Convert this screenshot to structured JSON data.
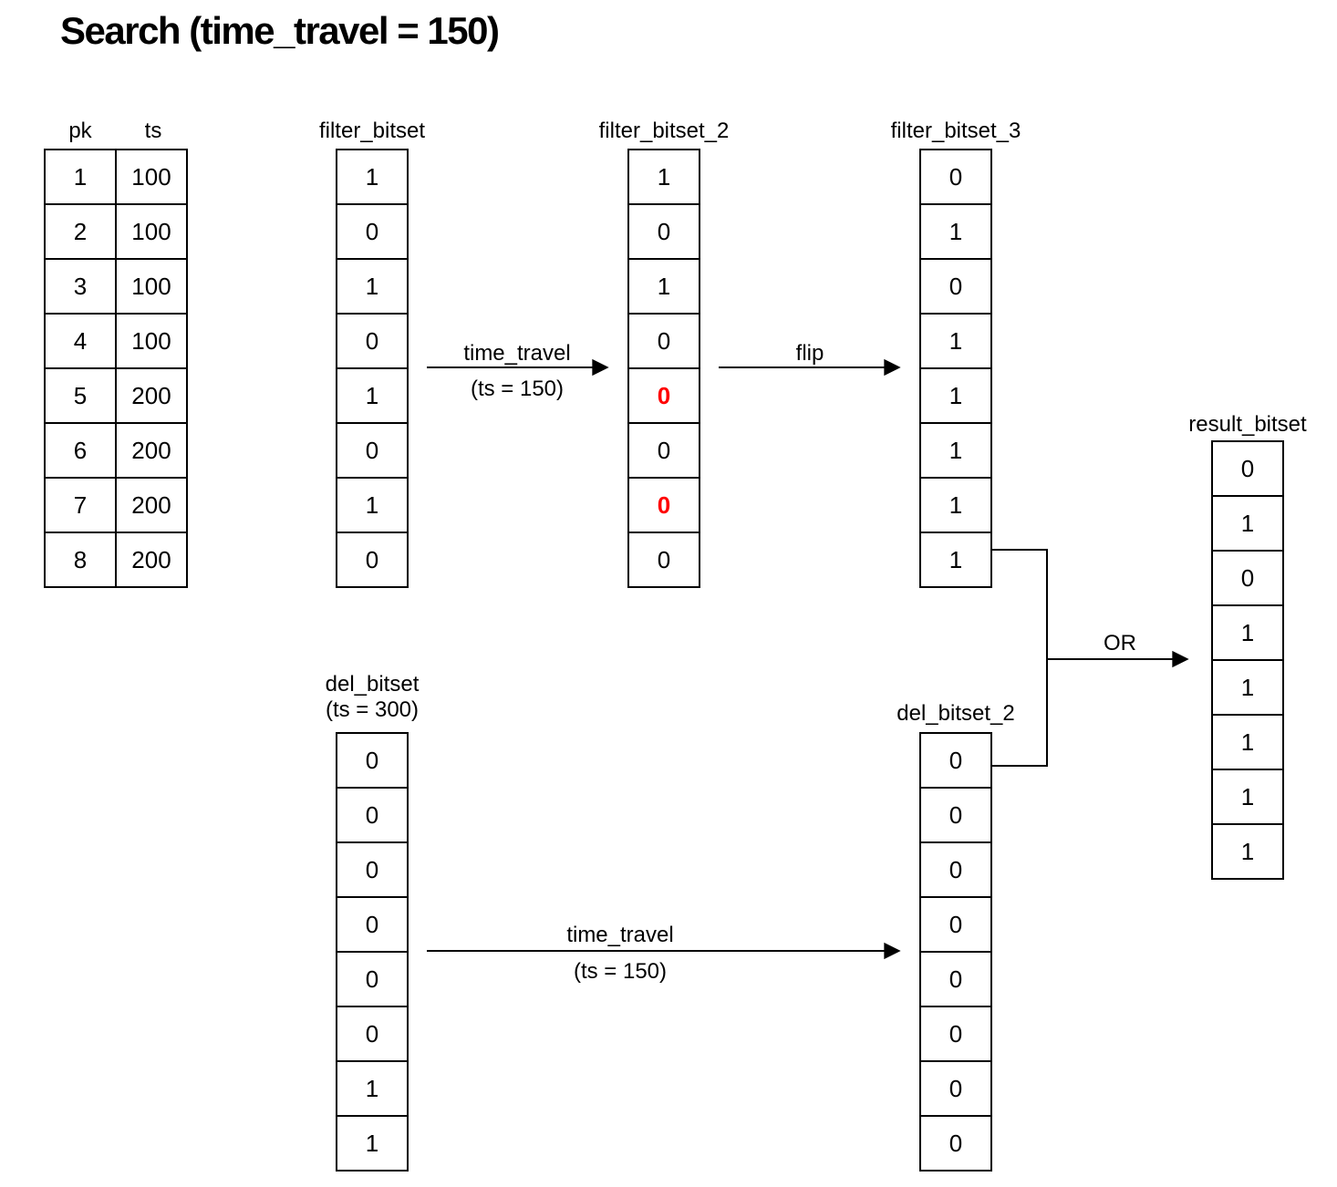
{
  "title": "Search (time_travel = 150)",
  "colors": {
    "line": "#000000",
    "highlight": "#ff0000",
    "background": "#ffffff",
    "text": "#000000"
  },
  "table": {
    "headers": [
      "pk",
      "ts"
    ],
    "pk": {
      "values": [
        1,
        2,
        3,
        4,
        5,
        6,
        7,
        8
      ]
    },
    "ts": {
      "values": [
        100,
        100,
        100,
        100,
        200,
        200,
        200,
        200
      ]
    }
  },
  "bitsets": {
    "filter_bitset": {
      "label": "filter_bitset",
      "values": [
        1,
        0,
        1,
        0,
        1,
        0,
        1,
        0
      ]
    },
    "filter_bitset_2": {
      "label": "filter_bitset_2",
      "values": [
        1,
        0,
        1,
        0,
        0,
        0,
        0,
        0
      ],
      "highlights": [
        4,
        6
      ]
    },
    "filter_bitset_3": {
      "label": "filter_bitset_3",
      "values": [
        0,
        1,
        0,
        1,
        1,
        1,
        1,
        1
      ]
    },
    "del_bitset": {
      "label": "del_bitset",
      "sublabel": "(ts = 300)",
      "values": [
        0,
        0,
        0,
        0,
        0,
        0,
        1,
        1
      ]
    },
    "del_bitset_2": {
      "label": "del_bitset_2",
      "values": [
        0,
        0,
        0,
        0,
        0,
        0,
        0,
        0
      ]
    },
    "result_bitset": {
      "label": "result_bitset",
      "values": [
        0,
        1,
        0,
        1,
        1,
        1,
        1,
        1
      ]
    }
  },
  "arrows": {
    "time_travel_top": {
      "label": "time_travel",
      "sublabel": "(ts = 150)"
    },
    "flip": {
      "label": "flip"
    },
    "time_travel_bottom": {
      "label": "time_travel",
      "sublabel": "(ts = 150)"
    },
    "or": {
      "label": "OR"
    }
  }
}
